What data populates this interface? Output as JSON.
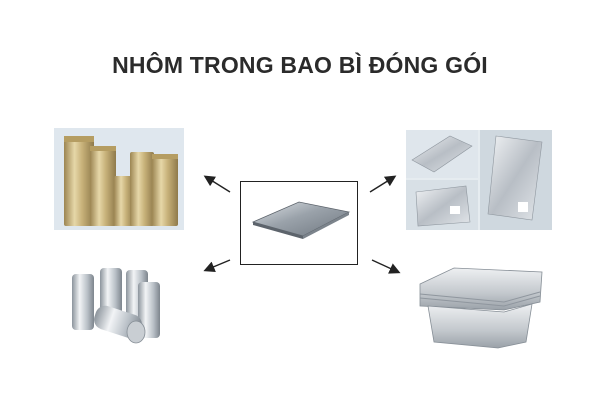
{
  "title": "NHÔM TRONG BAO BÌ ĐÓNG GÓI",
  "colors": {
    "title": "#2b2b2b",
    "arrow": "#222222",
    "border": "#222222",
    "aluminium_light": "#d9dde2",
    "aluminium_dark": "#7f8790",
    "gold_foil": "#c8b27a"
  },
  "panels": [
    {
      "icon": "foil-pouches-image"
    },
    {
      "icon": "foil-mailer-bags-image"
    },
    {
      "icon": "aluminium-sheet-image"
    },
    {
      "icon": "aluminium-cans-image"
    },
    {
      "icon": "foil-food-container-image"
    }
  ]
}
